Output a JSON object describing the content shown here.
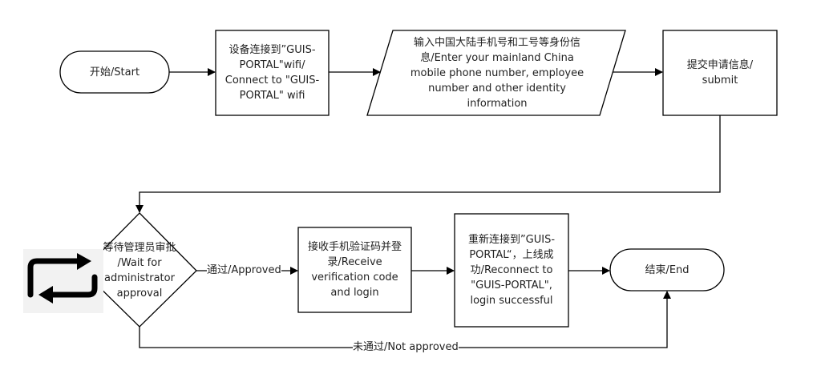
{
  "diagram": {
    "nodes": [
      {
        "id": "start",
        "shape": "terminator",
        "label": "开始/Start"
      },
      {
        "id": "connect-wifi",
        "shape": "process",
        "label": "设备连接到”GUIS-PORTAL\"wifi/ Connect to \"GUIS-PORTAL\" wifi"
      },
      {
        "id": "enter-info",
        "shape": "data",
        "label": "输入中国大陆手机号和工号等身份信息/Enter your mainland China mobile phone number, employee number and other identity information"
      },
      {
        "id": "submit",
        "shape": "process",
        "label": "提交申请信息/ submit"
      },
      {
        "id": "wait-approval",
        "shape": "decision",
        "label": "等待管理员审批 /Wait for administrator approval"
      },
      {
        "id": "receive-code",
        "shape": "process",
        "label": "接收手机验证码并登录/Receive verification code and login"
      },
      {
        "id": "reconnect",
        "shape": "process",
        "label": "重新连接到”GUIS-PORTAL“，上线成功/Reconnect to \"GUIS-PORTAL\", login successful"
      },
      {
        "id": "end",
        "shape": "terminator",
        "label": "结束/End"
      }
    ],
    "edges": [
      {
        "from": "start",
        "to": "connect-wifi",
        "label": ""
      },
      {
        "from": "connect-wifi",
        "to": "enter-info",
        "label": ""
      },
      {
        "from": "enter-info",
        "to": "submit",
        "label": ""
      },
      {
        "from": "submit",
        "to": "wait-approval",
        "label": ""
      },
      {
        "from": "wait-approval",
        "to": "receive-code",
        "label": "通过/Approved"
      },
      {
        "from": "receive-code",
        "to": "reconnect",
        "label": ""
      },
      {
        "from": "reconnect",
        "to": "end",
        "label": ""
      },
      {
        "from": "wait-approval",
        "to": "end",
        "label": "未通过/Not approved"
      }
    ],
    "icons": [
      {
        "name": "loop-icon",
        "near": "wait-approval"
      }
    ]
  }
}
